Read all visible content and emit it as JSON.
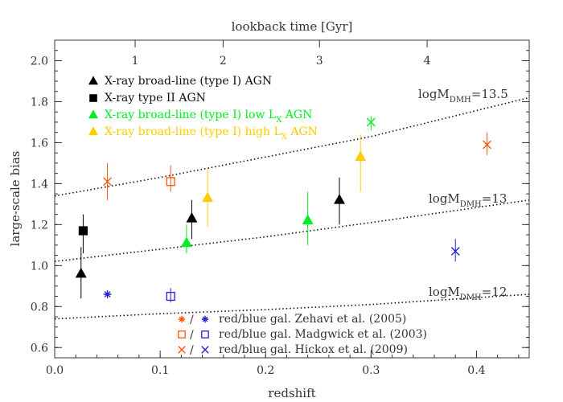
{
  "chart_data": {
    "type": "scatter",
    "xlabel": "redshift",
    "ylabel": "large-scale bias",
    "top_xlabel": "lookback time [Gyr]",
    "xlim": [
      0.0,
      0.45
    ],
    "ylim": [
      0.55,
      2.1
    ],
    "x_ticks": [
      {
        "value": 0.0,
        "label": "0.0"
      },
      {
        "value": 0.1,
        "label": "0.1"
      },
      {
        "value": 0.2,
        "label": "0.2"
      },
      {
        "value": 0.3,
        "label": "0.3"
      },
      {
        "value": 0.4,
        "label": "0.4"
      }
    ],
    "y_ticks": [
      {
        "value": 0.6,
        "label": "0.6"
      },
      {
        "value": 0.8,
        "label": "0.8"
      },
      {
        "value": 1.0,
        "label": "1.0"
      },
      {
        "value": 1.2,
        "label": "1.2"
      },
      {
        "value": 1.4,
        "label": "1.4"
      },
      {
        "value": 1.6,
        "label": "1.6"
      },
      {
        "value": 1.8,
        "label": "1.8"
      },
      {
        "value": 2.0,
        "label": "2.0"
      }
    ],
    "top_ticks": [
      {
        "z": 0.0763,
        "label": "1"
      },
      {
        "z": 0.1597,
        "label": "2"
      },
      {
        "z": 0.2511,
        "label": "3"
      },
      {
        "z": 0.3532,
        "label": "4"
      }
    ],
    "model_lines": [
      {
        "label": "logM",
        "subscript": "DMH",
        "value_text": "=13.5",
        "points": [
          [
            0.0,
            1.34
          ],
          [
            0.1,
            1.43
          ],
          [
            0.2,
            1.53
          ],
          [
            0.3,
            1.63
          ],
          [
            0.45,
            1.82
          ]
        ]
      },
      {
        "label": "logM",
        "subscript": "DMH",
        "value_text": "=13",
        "points": [
          [
            0.0,
            1.02
          ],
          [
            0.1,
            1.08
          ],
          [
            0.2,
            1.14
          ],
          [
            0.3,
            1.21
          ],
          [
            0.45,
            1.32
          ]
        ]
      },
      {
        "label": "logM",
        "subscript": "DMH",
        "value_text": "=12",
        "points": [
          [
            0.0,
            0.74
          ],
          [
            0.1,
            0.765
          ],
          [
            0.2,
            0.785
          ],
          [
            0.3,
            0.81
          ],
          [
            0.45,
            0.86
          ]
        ]
      }
    ],
    "series": [
      {
        "name": "X-ray broad-line (type I) AGN",
        "color": "#000000",
        "marker": "triangle",
        "points": [
          {
            "x": 0.025,
            "y": 0.96,
            "lo": 0.84,
            "hi": 1.09
          },
          {
            "x": 0.13,
            "y": 1.23,
            "lo": 1.13,
            "hi": 1.32
          },
          {
            "x": 0.27,
            "y": 1.32,
            "lo": 1.2,
            "hi": 1.43
          }
        ]
      },
      {
        "name": "X-ray type II AGN",
        "color": "#000000",
        "marker": "square",
        "points": [
          {
            "x": 0.027,
            "y": 1.17,
            "lo": 1.06,
            "hi": 1.25
          }
        ]
      },
      {
        "name_parts": [
          "X-ray broad-line (type I) low L",
          "X",
          " AGN"
        ],
        "color": "#00ee22",
        "marker": "triangle",
        "points": [
          {
            "x": 0.125,
            "y": 1.11,
            "lo": 1.06,
            "hi": 1.2
          },
          {
            "x": 0.24,
            "y": 1.22,
            "lo": 1.1,
            "hi": 1.36
          }
        ]
      },
      {
        "name_parts": [
          "X-ray broad-line (type I) high L",
          "X",
          " AGN"
        ],
        "color": "#ffcc00",
        "marker": "triangle",
        "points": [
          {
            "x": 0.145,
            "y": 1.33,
            "lo": 1.19,
            "hi": 1.47
          },
          {
            "x": 0.29,
            "y": 1.53,
            "lo": 1.36,
            "hi": 1.64
          }
        ]
      },
      {
        "name": "red/blue gal. Zehavi et al. (2005)",
        "marker": "asterisk",
        "colors": [
          "#ff5511",
          "#2222cc"
        ],
        "points": [
          {
            "x": 0.05,
            "y": 0.86,
            "color": "#2222cc"
          }
        ]
      },
      {
        "name": "red/blue gal. Madgwick et al. (2003)",
        "marker": "open-square",
        "colors": [
          "#ff5511",
          "#2222cc"
        ],
        "points": [
          {
            "x": 0.11,
            "y": 1.41,
            "lo": 1.36,
            "hi": 1.49,
            "color": "#ff5511"
          },
          {
            "x": 0.11,
            "y": 0.85,
            "lo": 0.82,
            "hi": 0.89,
            "color": "#2222cc"
          }
        ]
      },
      {
        "name": "red/blue gal. Hickox et al. (2009)",
        "marker": "x",
        "colors": [
          "#ff5511",
          "#2222cc"
        ],
        "points": [
          {
            "x": 0.05,
            "y": 1.41,
            "lo": 1.32,
            "hi": 1.5,
            "color": "#ff5511"
          },
          {
            "x": 0.41,
            "y": 1.59,
            "lo": 1.54,
            "hi": 1.65,
            "color": "#ff5511"
          },
          {
            "x": 0.3,
            "y": 1.7,
            "lo": 1.66,
            "hi": 1.73,
            "color": "#00ee22"
          },
          {
            "x": 0.38,
            "y": 1.07,
            "lo": 1.02,
            "hi": 1.13,
            "color": "#2222cc"
          }
        ]
      }
    ]
  }
}
